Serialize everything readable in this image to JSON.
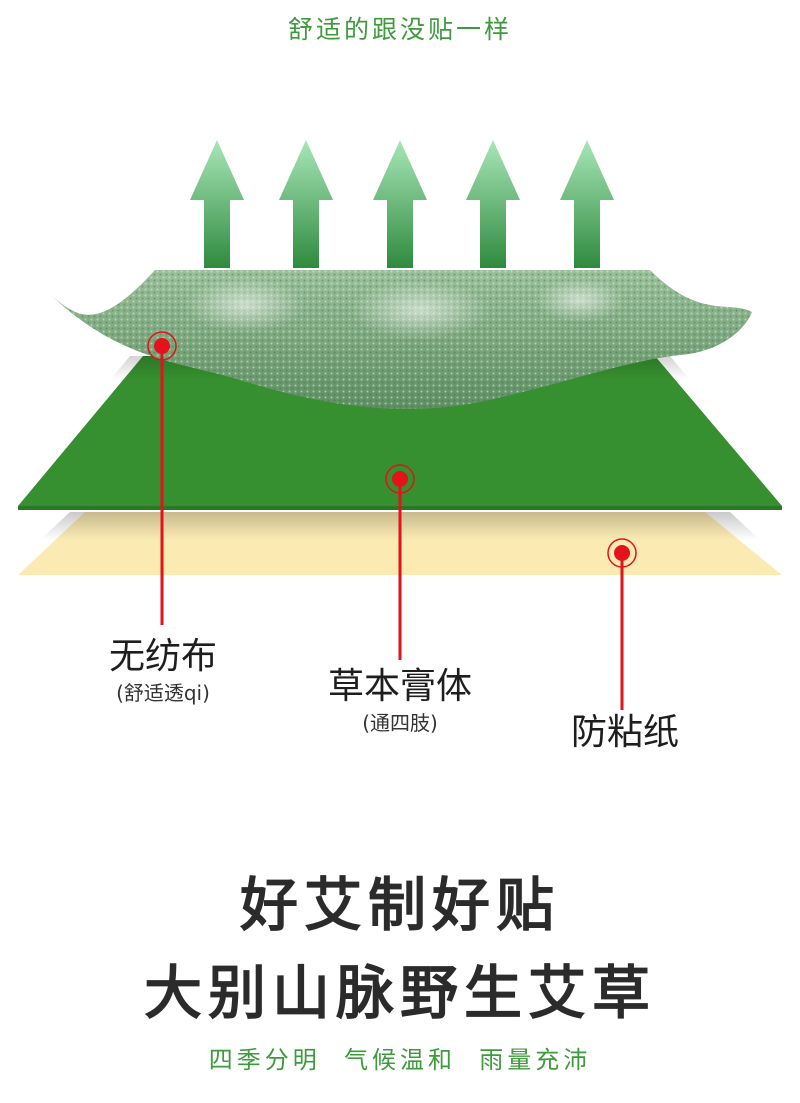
{
  "top_tagline": "舒适的跟没贴一样",
  "layers": {
    "nonwoven": {
      "label": "无纺布",
      "sub": "(舒适透qi)"
    },
    "herbal": {
      "label": "草本膏体",
      "sub": "(通四肢)"
    },
    "backing": {
      "label": "防粘纸"
    }
  },
  "headline": {
    "line1": "好艾制好贴",
    "line2": "大别山脉野生艾草"
  },
  "bottom_tagline": "四季分明  气候温和  雨量充沛",
  "colors": {
    "accent_green": "#3e9a3c",
    "marker_red": "#e3121b",
    "herbal_layer": "#36902f",
    "backing_layer": "#fbebb3",
    "nonwoven_layer": "#7ea67e"
  }
}
